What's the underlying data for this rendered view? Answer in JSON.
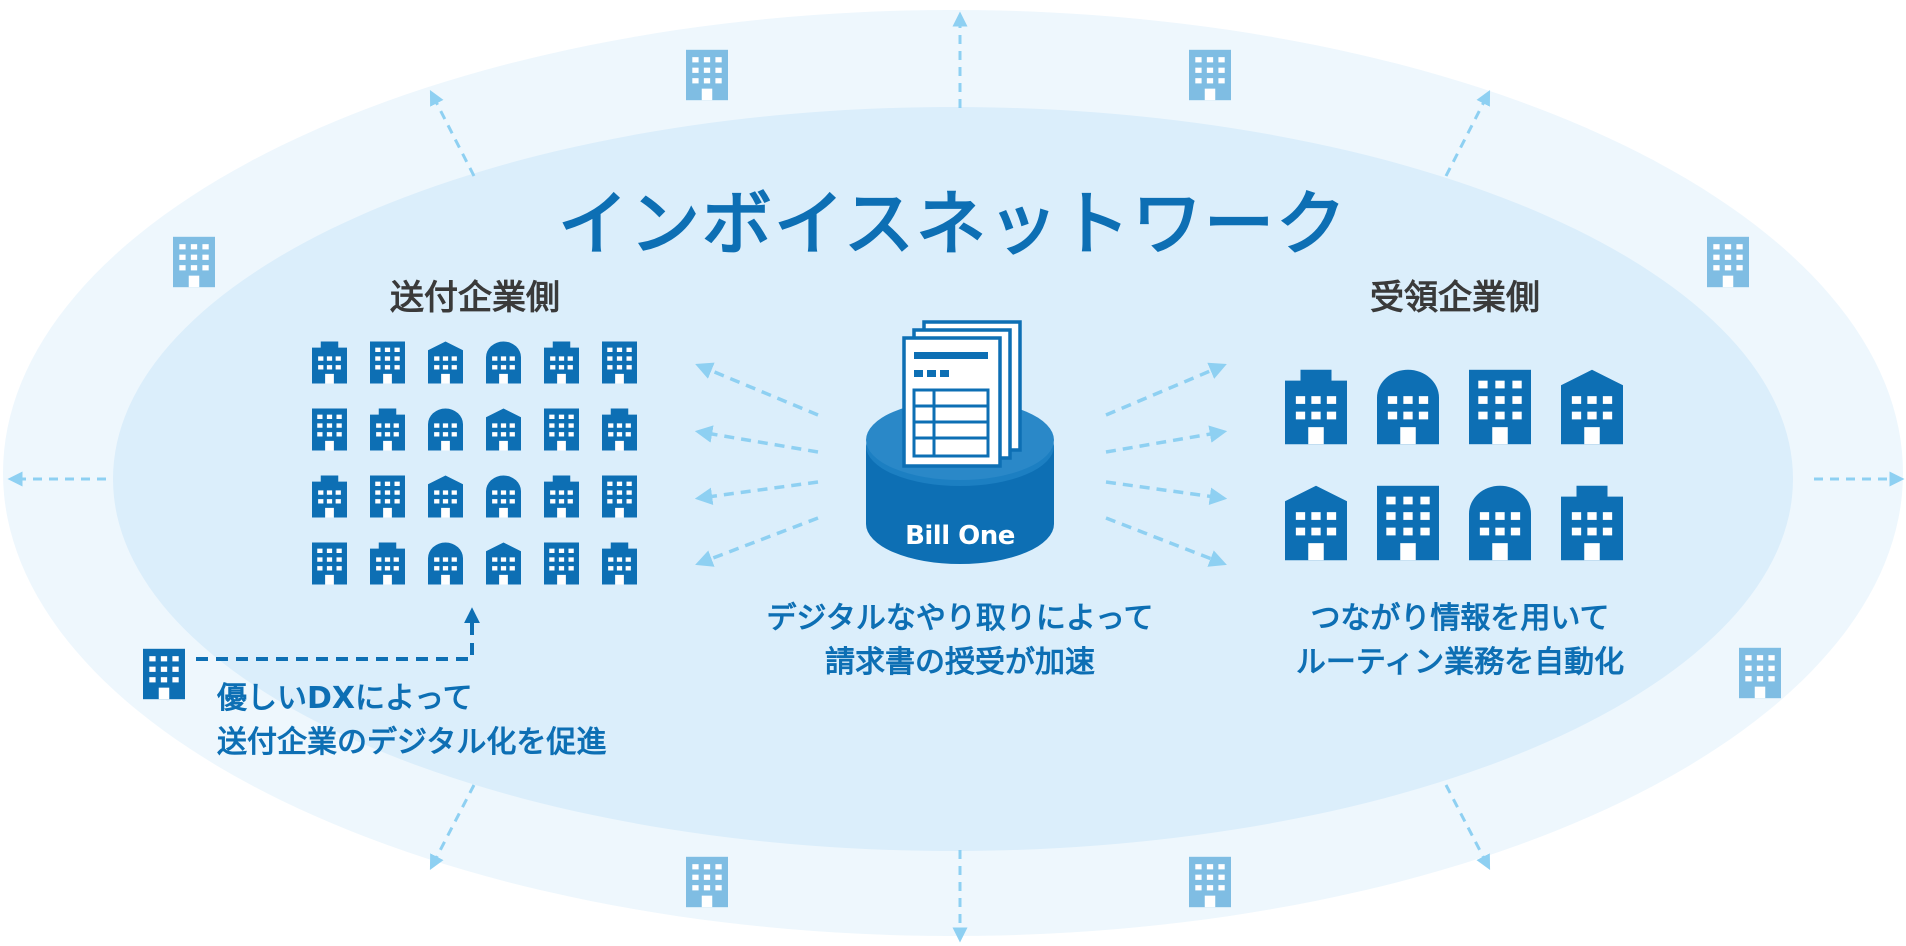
{
  "title": "インボイスネットワーク",
  "sender_label": "送付企業側",
  "receiver_label": "受領企業側",
  "center_caption": [
    "デジタルなやり取りによって",
    "請求書の授受が加速"
  ],
  "right_caption": [
    "つながり情報を用いて",
    "ルーティン業務を自動化"
  ],
  "left_caption": [
    "優しいDXによって",
    "送付企業のデジタル化を促進"
  ],
  "hub_label": "Bill One",
  "colors": {
    "outer_ellipse": "#eef7fd",
    "inner_ellipse": "#dbeefb",
    "primary": "#0d6fb4",
    "light_building": "#7fbde3",
    "arrow": "#8ed0f2",
    "label_dark": "#3a3a3a"
  },
  "icons": {
    "building": "building-icon",
    "document": "document-stack-icon",
    "hub": "database-cylinder-icon"
  }
}
